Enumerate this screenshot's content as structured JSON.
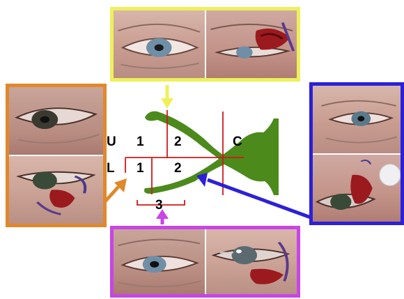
{
  "diagram": {
    "upper_row_letter": "U",
    "lower_row_letter": "L",
    "canthus_letter": "C",
    "upper_zones": [
      "1",
      "2"
    ],
    "lower_zones": [
      "1",
      "2"
    ],
    "bottom_bracket_label": "3"
  },
  "panels": [
    {
      "position": "top",
      "border_color": "#eef05a",
      "photos": 2
    },
    {
      "position": "left",
      "border_color": "#e0882c",
      "photos": 2
    },
    {
      "position": "right",
      "border_color": "#2c20d8",
      "photos": 2
    },
    {
      "position": "bottom",
      "border_color": "#c845e6",
      "photos": 2
    }
  ],
  "colors": {
    "eyelid_shape": "#4c8a1c",
    "zone_lines": "#d01818",
    "arrow_top": "#eef05a",
    "arrow_left": "#e0882c",
    "arrow_right": "#2c20d8",
    "arrow_bottom": "#c845e6"
  }
}
